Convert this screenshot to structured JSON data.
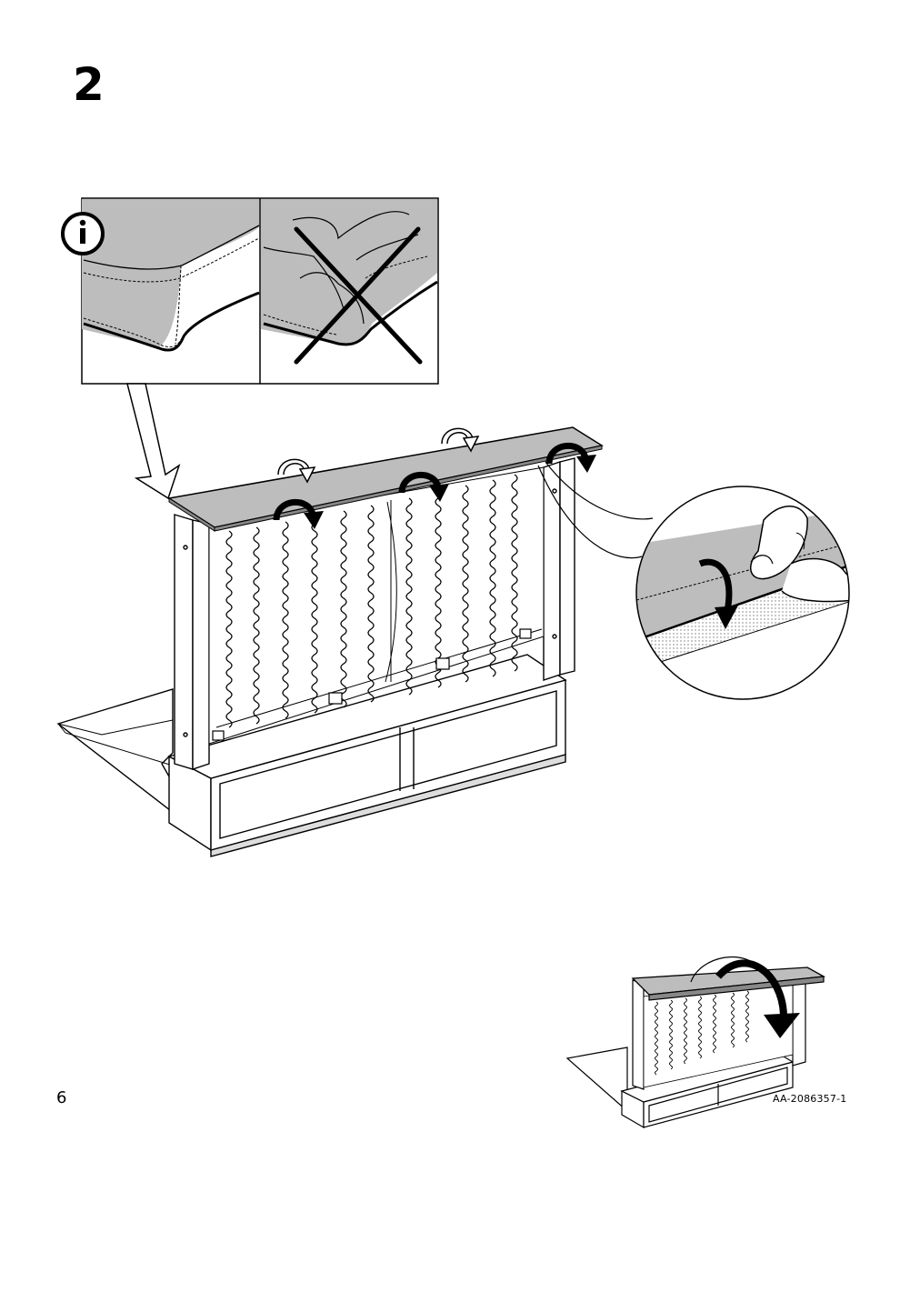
{
  "step": {
    "number": "2"
  },
  "footer": {
    "page_number": "6",
    "doc_code": "AA-2086357-1"
  },
  "icons": {
    "info": "info-icon",
    "cross": "x-mark-icon",
    "fold_arrow": "curved-arrow-icon",
    "pointer_arrow": "pointer-arrow-icon"
  },
  "colors": {
    "cushion_gray": "#bdbdbd",
    "line": "#000000",
    "fabric_dots": "#9a9a9a"
  }
}
